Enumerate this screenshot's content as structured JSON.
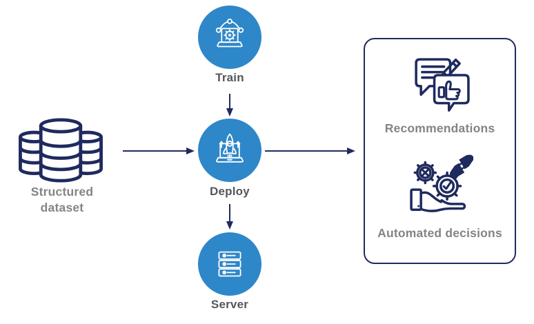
{
  "nodes": {
    "dataset": {
      "label": "Structured dataset",
      "icon": "database-icon"
    },
    "train": {
      "label": "Train",
      "icon": "train-icon"
    },
    "deploy": {
      "label": "Deploy",
      "icon": "deploy-icon"
    },
    "server": {
      "label": "Server",
      "icon": "server-icon"
    }
  },
  "outputs": {
    "items": [
      {
        "label": "Recommendations",
        "icon": "recommendations-icon"
      },
      {
        "label": "Automated decisions",
        "icon": "automated-decisions-icon"
      }
    ]
  },
  "edges": [
    {
      "from": "structured-dataset",
      "to": "deploy"
    },
    {
      "from": "train",
      "to": "deploy"
    },
    {
      "from": "deploy",
      "to": "outputs-box"
    },
    {
      "from": "deploy",
      "to": "server"
    }
  ],
  "colors": {
    "navy": "#1f2a5e",
    "blue": "#2e87c8",
    "node_label": "#55565a",
    "side_label": "#828487",
    "background": "#ffffff"
  }
}
